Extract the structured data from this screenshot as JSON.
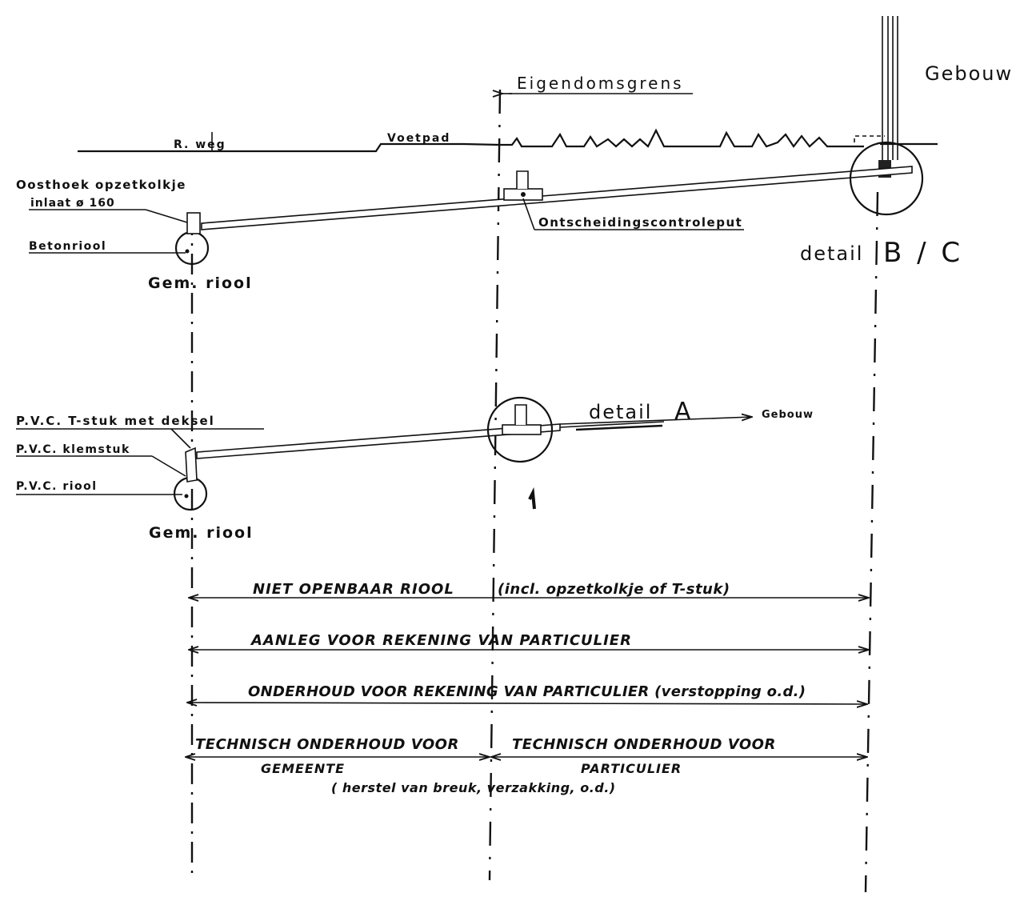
{
  "top": {
    "gebouw": "Gebouw",
    "eigendomsgrens": "Eigendomsgrens",
    "r_weg": "R. weg",
    "voetpad": "Voetpad",
    "oosthoek": "Oosthoek opzetkolkje",
    "inlaat": "inlaat ø 160",
    "betonriool": "Betonriool",
    "gem_riool": "Gem. riool",
    "ontscheidingsput": "Ontscheidingscontroleput",
    "detail_word": "detail",
    "detail_bc": "B / C"
  },
  "bottom": {
    "pvc_tstuk": "P.V.C. T-stuk met deksel",
    "pvc_klemstuk": "P.V.C. klemstuk",
    "pvc_riool": "P.V.C. riool",
    "gem_riool": "Gem. riool",
    "detail_word": "detail",
    "detail_a": "A",
    "gebouw": "Gebouw"
  },
  "dimensions": {
    "niet_openbaar": "NIET OPENBAAR RIOOL",
    "incl": "(incl. opzetkolkje of T-stuk)",
    "aanleg": "AANLEG VOOR REKENING VAN PARTICULIER",
    "onderhoud": "ONDERHOUD VOOR REKENING VAN PARTICULIER (verstopping o.d.)",
    "tech_left": "TECHNISCH ONDERHOUD VOOR",
    "gemeente": "GEMEENTE",
    "tech_right": "TECHNISCH ONDERHOUD VOOR",
    "particulier": "PARTICULIER",
    "herstel": "( herstel van breuk, verzakking, o.d.)"
  }
}
